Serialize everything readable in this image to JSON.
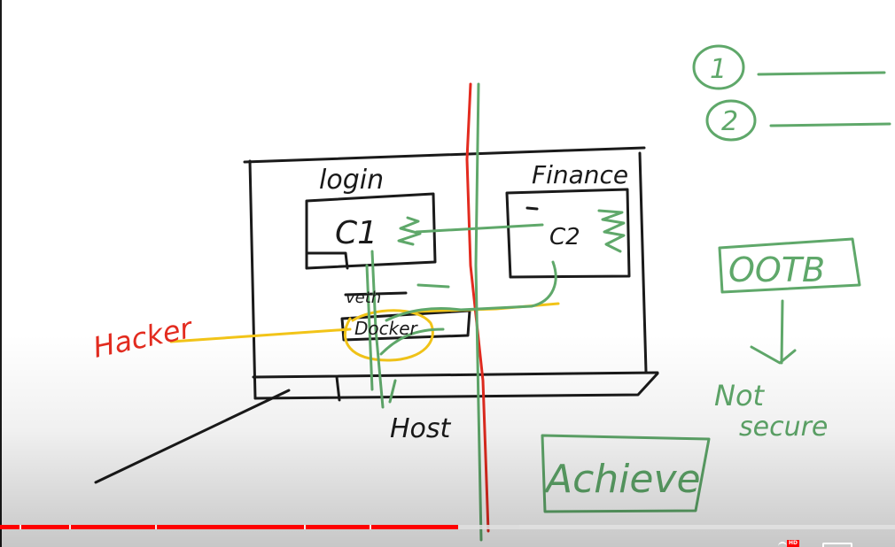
{
  "board": {
    "login_label": "login",
    "finance_label": "Finance",
    "c1_label": "C1",
    "c2_label": "C2",
    "veth_label": "veth",
    "docker_label": "Docker",
    "hacker_label": "Hacker",
    "host_label": "Host",
    "list_item_1": "1",
    "list_item_2": "2",
    "ootb_label": "OOTB",
    "not_secure_line1": "Not",
    "not_secure_line2": "secure",
    "achieve_label": "Achieve"
  },
  "player": {
    "hd_badge": "HD",
    "progress": {
      "played_fraction": 0.512,
      "buffered_fraction": 0.58,
      "chapter_marks": [
        0.022,
        0.077,
        0.173,
        0.34,
        0.413
      ]
    }
  },
  "colors": {
    "ink_black": "#1a1a1a",
    "ink_green": "#5fa86a",
    "ink_red": "#e32b1f",
    "ink_yellow": "#f2c418",
    "progress_red": "#ff0000"
  }
}
